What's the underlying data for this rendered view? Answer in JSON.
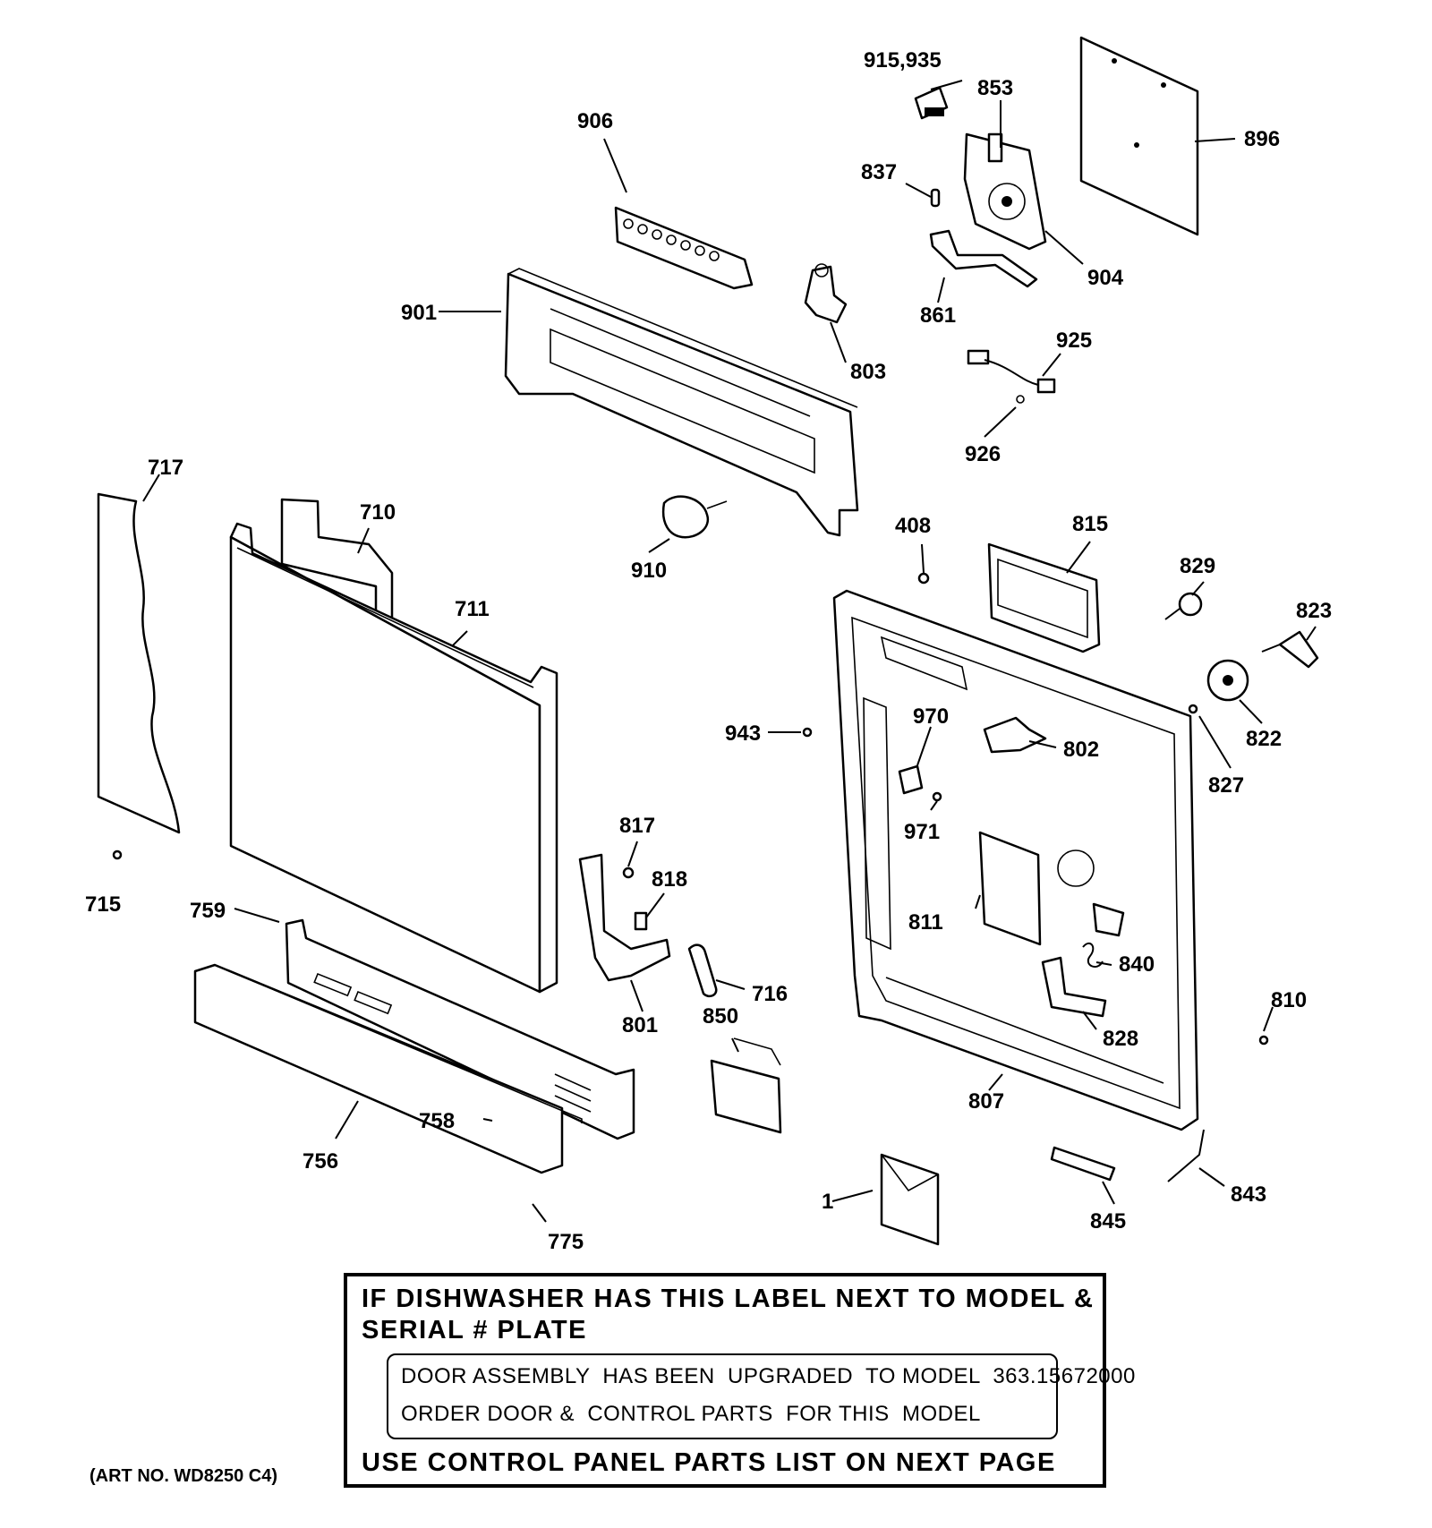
{
  "diagram": {
    "part_labels": {
      "p915_935": "915,935",
      "p853": "853",
      "p896": "896",
      "p906": "906",
      "p837": "837",
      "p904": "904",
      "p861": "861",
      "p901": "901",
      "p803": "803",
      "p925": "925",
      "p926": "926",
      "p717": "717",
      "p710": "710",
      "p711": "711",
      "p910": "910",
      "p408": "408",
      "p815": "815",
      "p829": "829",
      "p823": "823",
      "p822": "822",
      "p827": "827",
      "p943": "943",
      "p970": "970",
      "p802": "802",
      "p971": "971",
      "p817": "817",
      "p818": "818",
      "p811": "811",
      "p840": "840",
      "p828": "828",
      "p715": "715",
      "p759": "759",
      "p801": "801",
      "p716": "716",
      "p850": "850",
      "p810": "810",
      "p807": "807",
      "p758": "758",
      "p756": "756",
      "p775": "775",
      "p1": "1",
      "p845": "845",
      "p843": "843"
    }
  },
  "notice": {
    "heading": "IF DISHWASHER HAS THIS LABEL NEXT TO MODEL & SERIAL # PLATE",
    "label_line_1": "DOOR ASSEMBLY  HAS BEEN  UPGRADED  TO MODEL  363.15672000",
    "label_line_2": "ORDER DOOR &  CONTROL PARTS  FOR THIS  MODEL",
    "footer": "USE CONTROL PANEL PARTS LIST ON NEXT PAGE"
  },
  "art_number": "(ART NO. WD8250 C4)"
}
